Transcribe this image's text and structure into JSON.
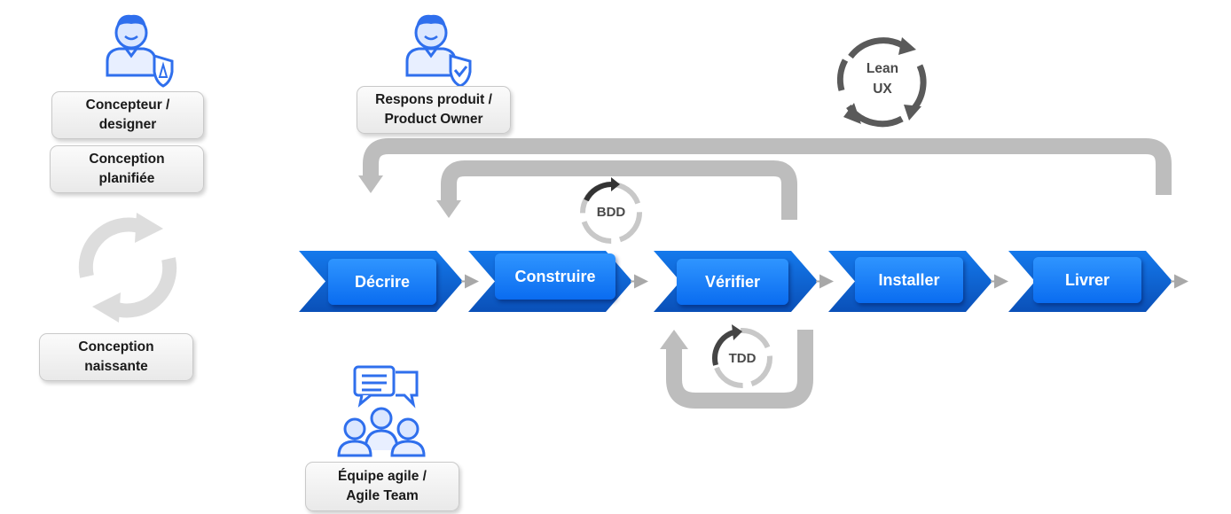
{
  "roles": {
    "designer": "Concepteur /\ndesigner",
    "product_owner": "Respons produit /\nProduct Owner",
    "agile_team": "Équipe agile /\nAgile Team"
  },
  "design_modes": {
    "planned": "Conception\nplanifiée",
    "emergent": "Conception\nnaissante"
  },
  "stages": [
    "Décrire",
    "Construire",
    "Vérifier",
    "Installer",
    "Livrer"
  ],
  "cycles": {
    "lean_ux": "Lean\nUX",
    "bdd": "BDD",
    "tdd": "TDD"
  },
  "icons": {
    "designer": "designer-person-icon",
    "product_owner": "product-owner-person-icon",
    "agile_team": "team-chat-icon",
    "emergent_cycle": "refresh-cycle-icon"
  },
  "colors": {
    "chevron": "#0b5fd0",
    "button": "#1f86ff",
    "icon_blue": "#2f6fed",
    "loop_gray": "#bcbcbc",
    "cycle_dark": "#5a5a5a"
  }
}
